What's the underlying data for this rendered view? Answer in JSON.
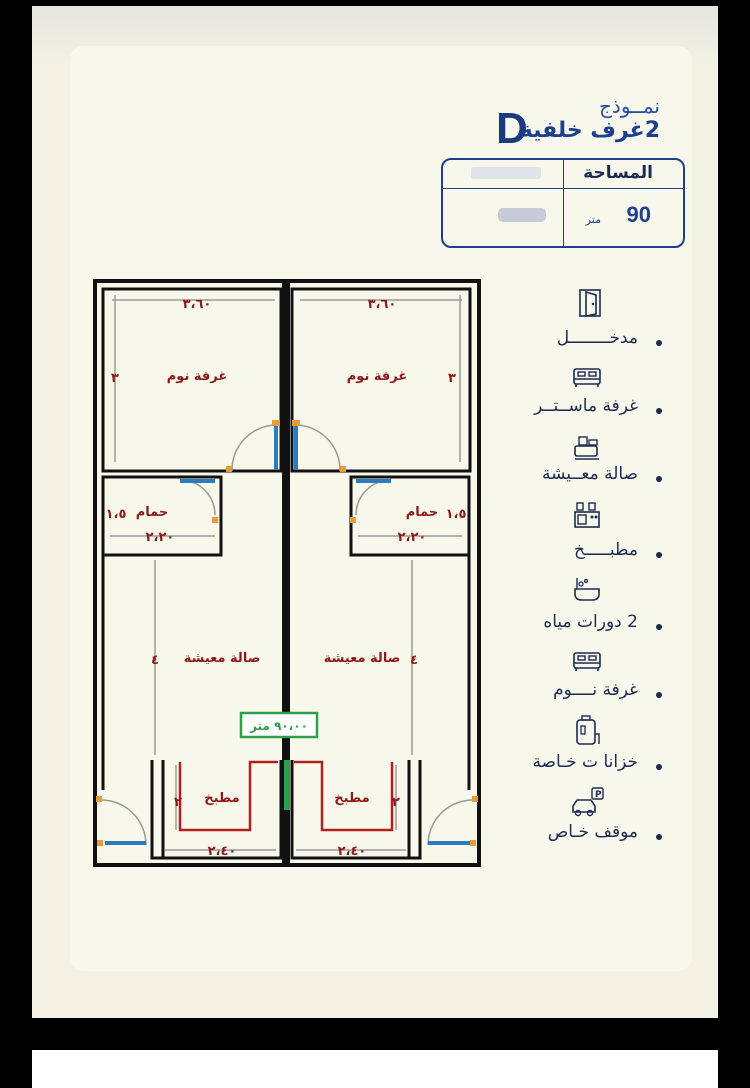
{
  "header": {
    "model_word": "نمــوذج",
    "model_subtitle": "2غرف خلفية",
    "model_letter": "D"
  },
  "area": {
    "label": "المساحة",
    "value": "90",
    "unit": "متر"
  },
  "features": [
    {
      "label": "مدخــــــــل",
      "icon": "door-icon"
    },
    {
      "label": "غرفة ماســتــر",
      "icon": "bed-icon"
    },
    {
      "label": "صالة معــيشة",
      "icon": "sofa-icon"
    },
    {
      "label": "مطبـــــخ",
      "icon": "kitchen-icon"
    },
    {
      "label": "2 دورات مياه",
      "icon": "bathtub-icon"
    },
    {
      "label": "غرفة نــــوم",
      "icon": "bed-icon"
    },
    {
      "label": "خزانا ت خـاصة",
      "icon": "water-tank-icon"
    },
    {
      "label": "موقف خـاص",
      "icon": "car-parking-icon"
    }
  ],
  "floorplan": {
    "left": {
      "bedroom": "غرفة نوم",
      "bedroom_width": "٣،٦٠",
      "bedroom_depth": "٣",
      "bathroom": "حمام",
      "bathroom_width": "٢،٢٠",
      "bathroom_depth": "١،٥",
      "living": "صالة معيشة",
      "living_depth": "٤",
      "kitchen": "مطبخ",
      "kitchen_width": "٢،٤٠",
      "kitchen_depth": "٢"
    },
    "right": {
      "bedroom": "غرفة نوم",
      "bedroom_width": "٣،٦٠",
      "bedroom_depth": "٣",
      "bathroom": "حمام",
      "bathroom_width": "٢،٢٠",
      "bathroom_depth": "١،٥",
      "living": "صالة معيشة",
      "living_depth": "٤",
      "kitchen": "مطبخ",
      "kitchen_width": "٢،٤٠",
      "kitchen_depth": "٢"
    },
    "total_area": "٩٠،٠٠ متر"
  },
  "colors": {
    "accent": "#1d3f8c",
    "room_label": "#8b1a1a",
    "wall": "#111111",
    "door_frame": "#2b7bbf",
    "door_hinge": "#e89a3c",
    "area_tag": "#2e9e4a"
  }
}
